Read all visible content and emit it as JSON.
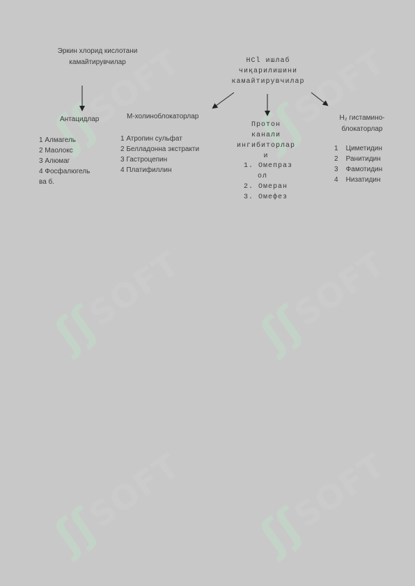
{
  "watermark": "SOFT",
  "left_root": {
    "lines": [
      "Эркин хлорид кислотани",
      "камайтирувчилар"
    ]
  },
  "right_root": {
    "lines": [
      "HCl  ишлаб",
      "чиқарилишини",
      "камайтирувчилар"
    ]
  },
  "groups": {
    "antacids": {
      "title": "Антацидлар",
      "items": [
        "1  Алмагель",
        "2  Маолокс",
        "3  Алюмаг",
        "4  Фосфалюгель",
        "ва б."
      ]
    },
    "m_cholino": {
      "title": "М-холиноблокаторлар",
      "items": [
        "1  Атропин сульфат",
        "2 Белладонна экстракти",
        "3  Гастроцепин",
        "4  Платифиллин"
      ]
    },
    "proton": {
      "title_lines": [
        "Протон",
        "канали",
        "ингибиторлар",
        "и"
      ],
      "items": [
        "1. Омепраз",
        "ол",
        "2. Омеран",
        "3. Омефез"
      ]
    },
    "h2": {
      "title_lines": [
        "H₂ гистамино-",
        "блокаторлар"
      ],
      "items": [
        "1    Циметидин",
        "2    Ранитидин",
        "3    Фамотидин",
        "4    Низатидин"
      ]
    }
  }
}
